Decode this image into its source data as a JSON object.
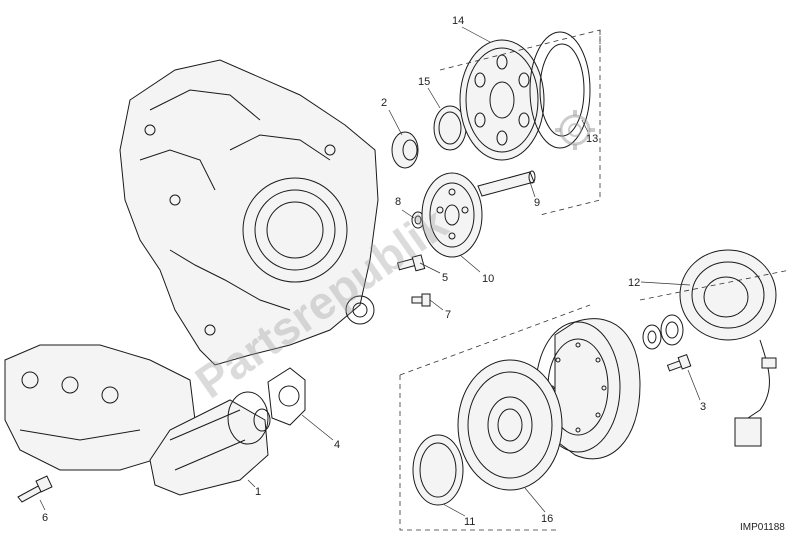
{
  "diagram": {
    "reference_code": "IMP01188",
    "watermark": "Partsrepublik",
    "callouts": [
      {
        "id": "1",
        "text": "1"
      },
      {
        "id": "2",
        "text": "2"
      },
      {
        "id": "3",
        "text": "3"
      },
      {
        "id": "4",
        "text": "4"
      },
      {
        "id": "5",
        "text": "5"
      },
      {
        "id": "6",
        "text": "6"
      },
      {
        "id": "7",
        "text": "7"
      },
      {
        "id": "8",
        "text": "8"
      },
      {
        "id": "9",
        "text": "9"
      },
      {
        "id": "10",
        "text": "10"
      },
      {
        "id": "11",
        "text": "11"
      },
      {
        "id": "12",
        "text": "12"
      },
      {
        "id": "13",
        "text": "13"
      },
      {
        "id": "14",
        "text": "14"
      },
      {
        "id": "15",
        "text": "15"
      },
      {
        "id": "16",
        "text": "16"
      }
    ],
    "colors": {
      "line": "#1a1a1a",
      "background": "#ffffff",
      "watermark": "#9a9a9a"
    }
  }
}
